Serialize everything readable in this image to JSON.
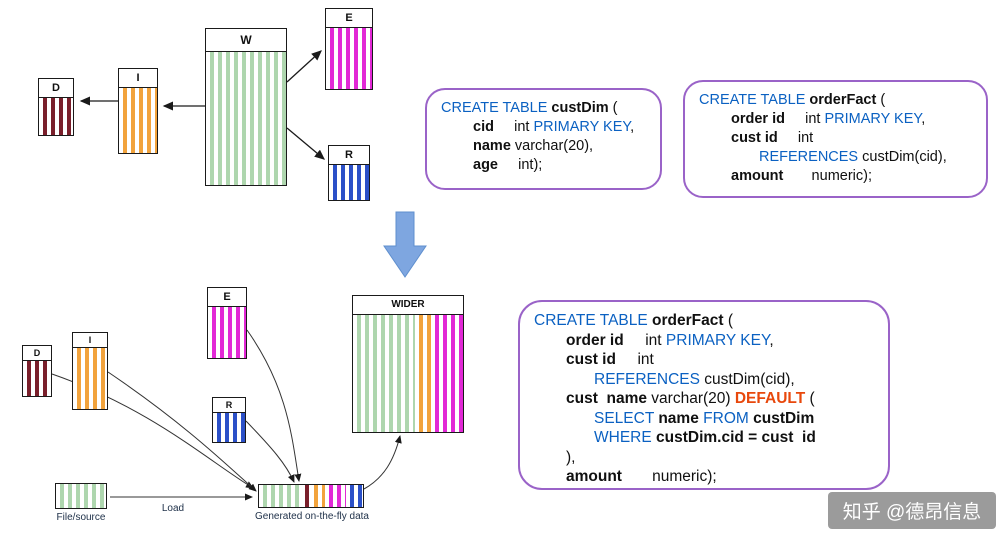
{
  "colors": {
    "keyword_blue": "#0b61c2",
    "default_highlight": "#e8480c",
    "sql_border_purple": "#9a63c8",
    "stripe_green": "#aed6ae",
    "stripe_orange": "#f2a33c",
    "stripe_magenta": "#e228d6",
    "stripe_blue": "#2b50c8",
    "stripe_maroon": "#7a1f2b",
    "arrow_blue": "#7ea6e0"
  },
  "top": {
    "boxes": {
      "d": {
        "label": "D"
      },
      "i": {
        "label": "I"
      },
      "w": {
        "label": "W"
      },
      "e": {
        "label": "E"
      },
      "r": {
        "label": "R"
      }
    }
  },
  "bottom": {
    "boxes": {
      "d": {
        "label": "D"
      },
      "i": {
        "label": "I"
      },
      "e": {
        "label": "E"
      },
      "r": {
        "label": "R"
      },
      "wider": {
        "label": "WIDER"
      }
    },
    "file_source_label": "File/source",
    "load_label": "Load",
    "generated_label": "Generated on-the-fly data"
  },
  "sql": {
    "custdim": {
      "lines": [
        {
          "indent": 0,
          "segments": [
            {
              "t": "CREATE TABLE ",
              "c": "kw"
            },
            {
              "t": "custDim",
              "c": "b"
            },
            {
              "t": " (",
              "c": "p"
            }
          ]
        },
        {
          "indent": 1,
          "segments": [
            {
              "t": "cid",
              "c": "b"
            },
            {
              "t": "     int ",
              "c": "p"
            },
            {
              "t": "PRIMARY KEY",
              "c": "kw"
            },
            {
              "t": ",",
              "c": "p"
            }
          ]
        },
        {
          "indent": 1,
          "segments": [
            {
              "t": "name",
              "c": "b"
            },
            {
              "t": " varchar(20),",
              "c": "p"
            }
          ]
        },
        {
          "indent": 1,
          "segments": [
            {
              "t": "age",
              "c": "b"
            },
            {
              "t": "     int);",
              "c": "p"
            }
          ]
        }
      ]
    },
    "orderfact": {
      "lines": [
        {
          "indent": 0,
          "segments": [
            {
              "t": "CREATE TABLE ",
              "c": "kw"
            },
            {
              "t": "orderFact",
              "c": "b"
            },
            {
              "t": " (",
              "c": "p"
            }
          ]
        },
        {
          "indent": 1,
          "segments": [
            {
              "t": "order id",
              "c": "b"
            },
            {
              "t": "     int ",
              "c": "p"
            },
            {
              "t": "PRIMARY KEY",
              "c": "kw"
            },
            {
              "t": ",",
              "c": "p"
            }
          ]
        },
        {
          "indent": 1,
          "segments": [
            {
              "t": "cust id",
              "c": "b"
            },
            {
              "t": "     int",
              "c": "p"
            }
          ]
        },
        {
          "indent": 2,
          "segments": [
            {
              "t": "REFERENCES",
              "c": "kw"
            },
            {
              "t": " custDim(cid),",
              "c": "p"
            }
          ]
        },
        {
          "indent": 1,
          "segments": [
            {
              "t": "amount",
              "c": "b"
            },
            {
              "t": "       numeric);",
              "c": "p"
            }
          ]
        }
      ]
    },
    "orderfact_wide": {
      "lines": [
        {
          "indent": 0,
          "segments": [
            {
              "t": "CREATE TABLE ",
              "c": "kw"
            },
            {
              "t": "orderFact",
              "c": "b"
            },
            {
              "t": " (",
              "c": "p"
            }
          ]
        },
        {
          "indent": 1,
          "segments": [
            {
              "t": "order id",
              "c": "b"
            },
            {
              "t": "     int ",
              "c": "p"
            },
            {
              "t": "PRIMARY KEY",
              "c": "kw"
            },
            {
              "t": ",",
              "c": "p"
            }
          ]
        },
        {
          "indent": 1,
          "segments": [
            {
              "t": "cust id",
              "c": "b"
            },
            {
              "t": "     int",
              "c": "p"
            }
          ]
        },
        {
          "indent": 2,
          "segments": [
            {
              "t": "REFERENCES",
              "c": "kw"
            },
            {
              "t": " custDim(cid),",
              "c": "p"
            }
          ]
        },
        {
          "indent": 1,
          "segments": [
            {
              "t": "cust  name",
              "c": "b"
            },
            {
              "t": " varchar(20) ",
              "c": "p"
            },
            {
              "t": "DEFAULT",
              "c": "def"
            },
            {
              "t": " (",
              "c": "p"
            }
          ]
        },
        {
          "indent": 2,
          "segments": [
            {
              "t": "SELECT",
              "c": "kw"
            },
            {
              "t": " ",
              "c": "p"
            },
            {
              "t": "name",
              "c": "b"
            },
            {
              "t": " ",
              "c": "p"
            },
            {
              "t": "FROM",
              "c": "kw"
            },
            {
              "t": " ",
              "c": "p"
            },
            {
              "t": "custDim",
              "c": "b"
            }
          ]
        },
        {
          "indent": 2,
          "segments": [
            {
              "t": "WHERE",
              "c": "kw"
            },
            {
              "t": " ",
              "c": "p"
            },
            {
              "t": "custDim.cid",
              "c": "b"
            },
            {
              "t": " = ",
              "c": "b"
            },
            {
              "t": "cust  id",
              "c": "b"
            }
          ]
        },
        {
          "indent": 1,
          "segments": [
            {
              "t": "),",
              "c": "p"
            }
          ]
        },
        {
          "indent": 1,
          "segments": [
            {
              "t": "amount",
              "c": "b"
            },
            {
              "t": "       numeric);",
              "c": "p"
            }
          ]
        }
      ]
    }
  },
  "watermark": "知乎 @德昂信息"
}
